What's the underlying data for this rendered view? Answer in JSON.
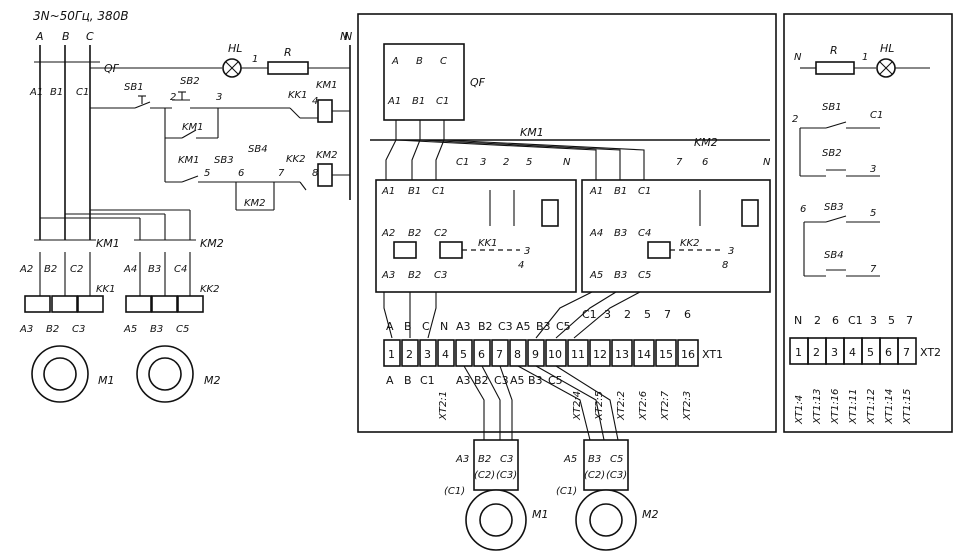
{
  "supply": "3N~50Гц, 380В",
  "phases": [
    "A",
    "B",
    "C",
    "N"
  ],
  "left_schematic": {
    "phase_nodes": [
      "A1",
      "B1",
      "C1"
    ],
    "breaker": "QF",
    "lamp": "HL",
    "resistor": "R",
    "wires": [
      "1",
      "2",
      "3",
      "4",
      "5",
      "6",
      "7",
      "8"
    ],
    "buttons": [
      "SB1",
      "SB2",
      "SB3",
      "SB4"
    ],
    "contactors": [
      "KM1",
      "KM2"
    ],
    "relays": [
      "KK1",
      "KK2"
    ],
    "motor1": {
      "terminals": [
        "A2",
        "B2",
        "C2",
        "A3",
        "B2",
        "C3"
      ],
      "name": "M1"
    },
    "motor2": {
      "terminals": [
        "A4",
        "B3",
        "C4",
        "A5",
        "B3",
        "C5"
      ],
      "name": "M2"
    }
  },
  "center_panel": {
    "qf_terminals": [
      "A",
      "B",
      "C",
      "A1",
      "B1",
      "C1"
    ],
    "km1_label": "KM1",
    "km2_label": "KM2",
    "km1_top": [
      "C1",
      "3",
      "2",
      "5",
      "N"
    ],
    "km2_top": [
      "7",
      "6",
      "N"
    ],
    "km1_inner": [
      "A1",
      "B1",
      "C1",
      "A2",
      "B2",
      "C2",
      "A3",
      "B2",
      "C3",
      "KK1",
      "3",
      "4"
    ],
    "km2_inner": [
      "A1",
      "B1",
      "C1",
      "A4",
      "B3",
      "C4",
      "A5",
      "B3",
      "C5",
      "KK2",
      "3",
      "8"
    ],
    "xt1_top": [
      "A",
      "B",
      "C",
      "N",
      "A3",
      "B2",
      "C3",
      "A5",
      "B3",
      "C5",
      "C1",
      "3",
      "2",
      "5",
      "7",
      "6"
    ],
    "xt1_nums": [
      "1",
      "2",
      "3",
      "4",
      "5",
      "6",
      "7",
      "8",
      "9",
      "10",
      "11",
      "12",
      "13",
      "14",
      "15",
      "16"
    ],
    "xt1_label": "XT1",
    "xt1_bottom": [
      "A",
      "B",
      "C1",
      "A3",
      "B2",
      "C3",
      "A5",
      "B3",
      "C5"
    ],
    "xt1_vertical": [
      "XT2:1",
      "XT2:4",
      "XT2:5",
      "XT2:2",
      "XT2:6",
      "XT2:7",
      "XT2:3"
    ]
  },
  "motors_bottom": [
    {
      "name": "M1",
      "terms": [
        "A3",
        "B2",
        "C3"
      ],
      "alt": [
        "(C1)",
        "(C2)",
        "(C3)"
      ]
    },
    {
      "name": "M2",
      "terms": [
        "A5",
        "B3",
        "C5"
      ],
      "alt": [
        "(C1)",
        "(C2)",
        "(C3)"
      ]
    }
  ],
  "right_panel": {
    "top": [
      "N",
      "R",
      "1",
      "HL"
    ],
    "buttons": [
      "SB1",
      "SB2",
      "SB3",
      "SB4"
    ],
    "wire_labels": [
      "2",
      "C1",
      "3",
      "6",
      "5",
      "7"
    ],
    "xt2_top": [
      "N",
      "2",
      "6",
      "C1",
      "3",
      "5",
      "7"
    ],
    "xt2_nums": [
      "1",
      "2",
      "3",
      "4",
      "5",
      "6",
      "7"
    ],
    "xt2_label": "XT2",
    "xt2_vertical": [
      "XT1:4",
      "XT1:13",
      "XT1:16",
      "XT1:11",
      "XT1:12",
      "XT1:14",
      "XT1:15"
    ]
  }
}
